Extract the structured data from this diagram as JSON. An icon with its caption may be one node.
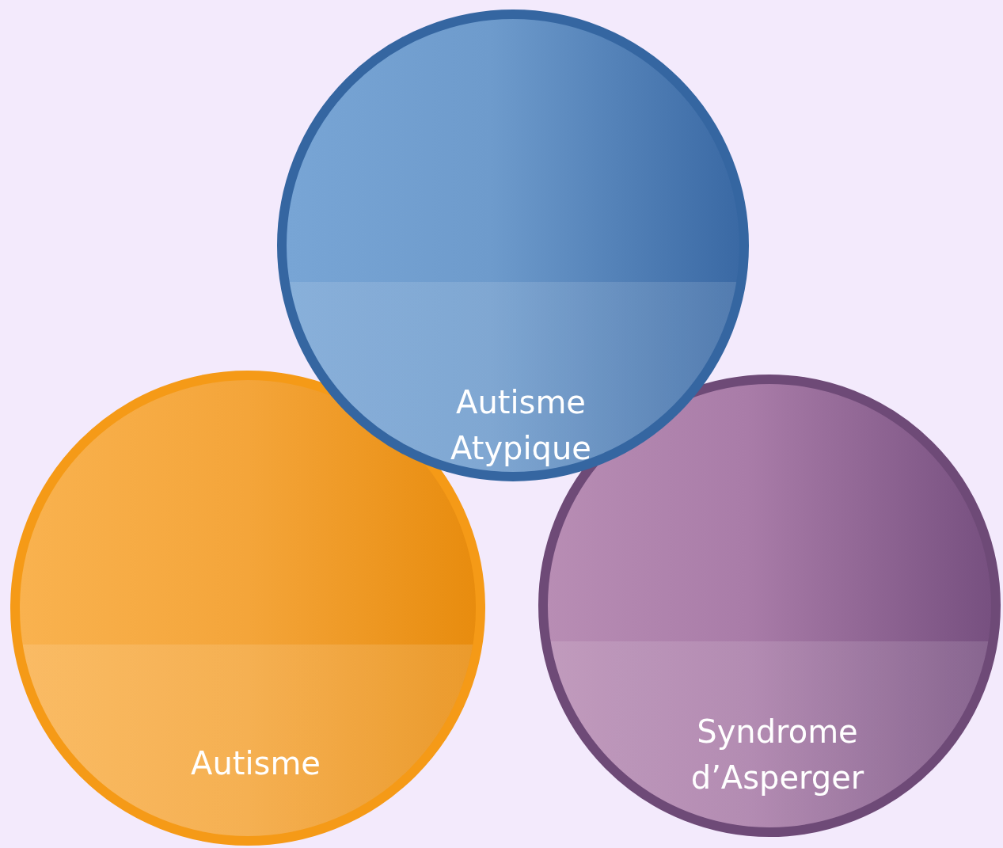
{
  "diagram": {
    "nodes": [
      {
        "text": [
          "Autisme Atypique"
        ]
      },
      {
        "text": [
          "Autisme"
        ]
      },
      {
        "text": [
          "Syndrome d’Asperger"
        ]
      }
    ]
  }
}
